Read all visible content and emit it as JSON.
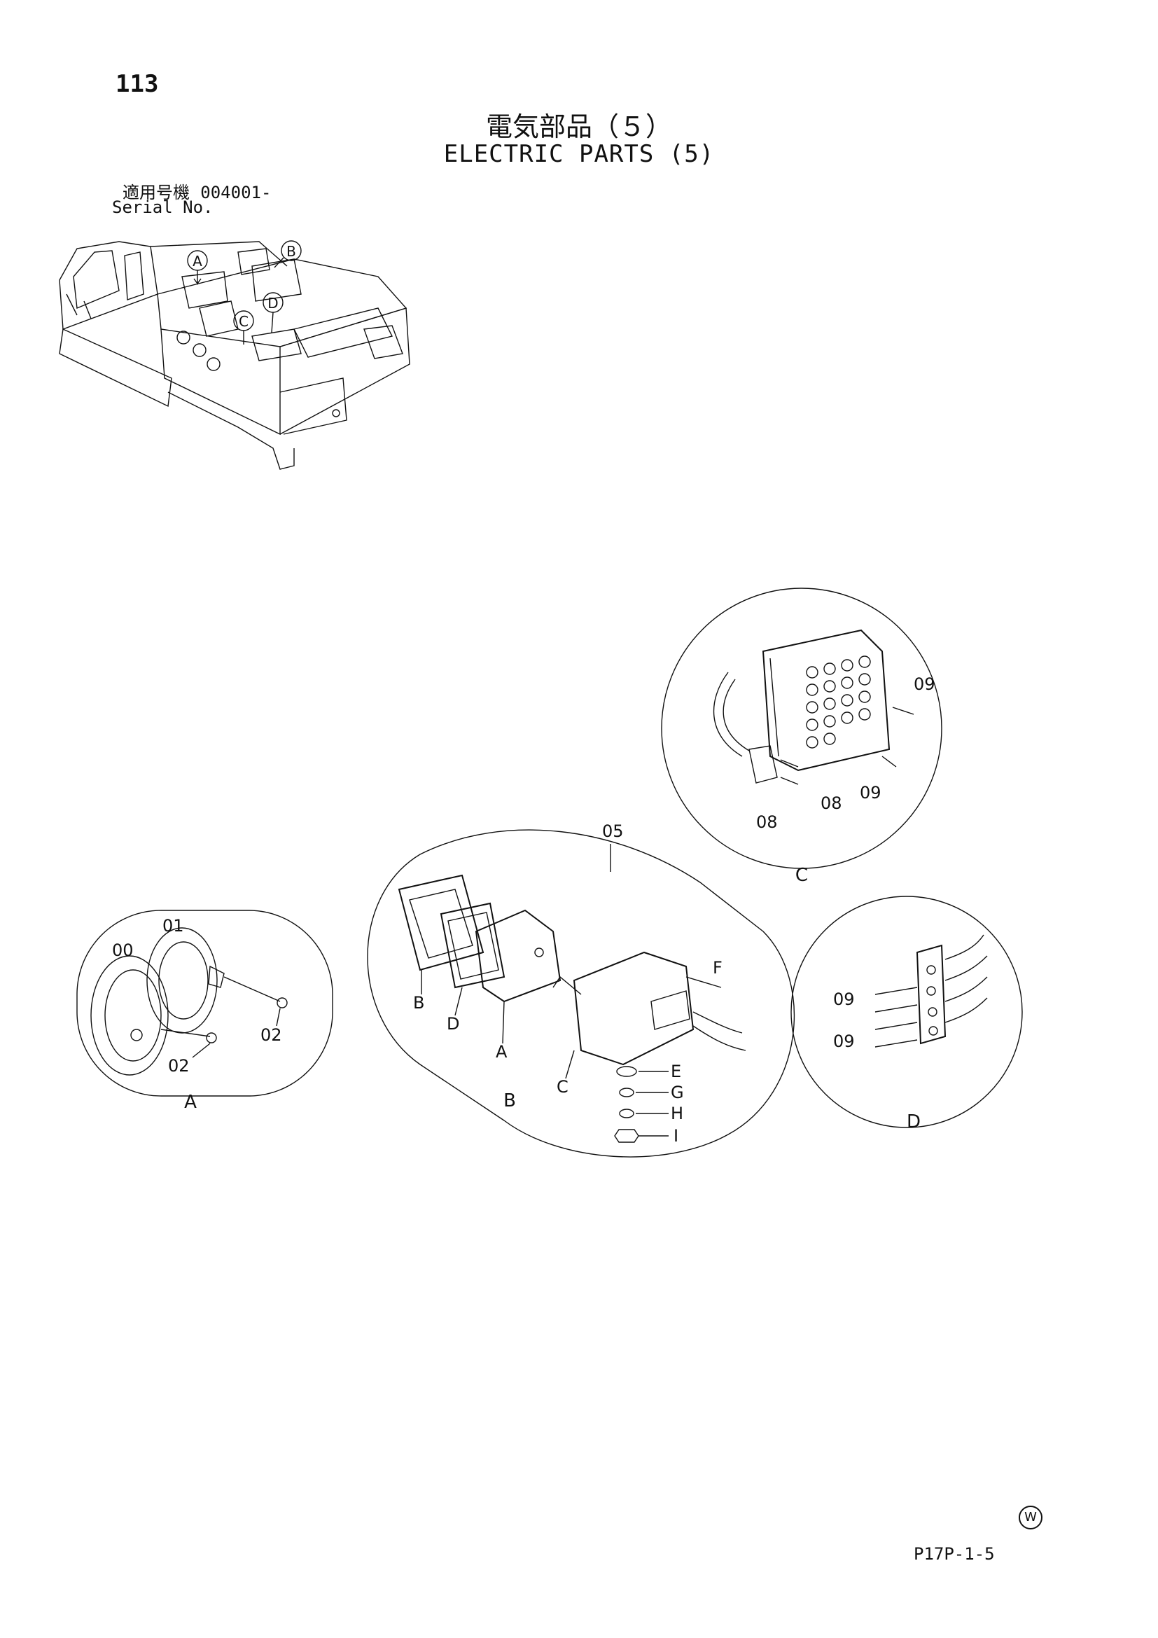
{
  "page": {
    "number": "113",
    "title_jp": "電気部品（５）",
    "title_en": "ELECTRIC PARTS (5)",
    "serial_label_jp": "適用号機",
    "serial_value": "004001-",
    "serial_label_en": "Serial No.",
    "page_code": "P17P-1-5",
    "w_mark": "W"
  },
  "overview": {
    "callouts": [
      "A",
      "B",
      "C",
      "D"
    ]
  },
  "detail_a": {
    "name": "A",
    "labels": [
      "00",
      "01",
      "02",
      "02"
    ]
  },
  "detail_b": {
    "name": "B",
    "assembly": "05",
    "labels": [
      "B",
      "D",
      "A",
      "C",
      "F",
      "E",
      "G",
      "H",
      "I"
    ]
  },
  "detail_c": {
    "name": "C",
    "labels": [
      "09",
      "09",
      "08",
      "08"
    ]
  },
  "detail_d": {
    "name": "D",
    "labels": [
      "09",
      "09"
    ]
  }
}
